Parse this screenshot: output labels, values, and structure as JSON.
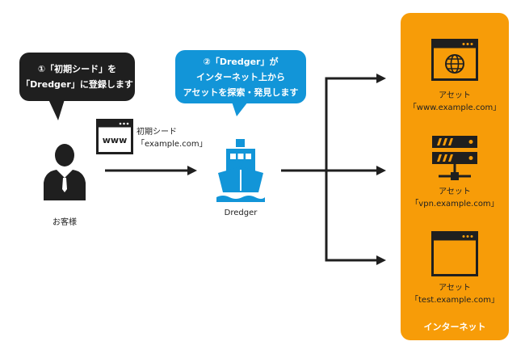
{
  "user_bubble": {
    "line1": "①「初期シード」を",
    "line2": "「Dredger」に登録します"
  },
  "dredger_bubble": {
    "line1": "②「Dredger」が",
    "line2": "インターネット上から",
    "line3": "アセットを探索・発見します"
  },
  "seed": {
    "icon_text": "www",
    "label_line1": "初期シード",
    "label_line2": "「example.com」"
  },
  "user": {
    "label": "お客様"
  },
  "dredger": {
    "label": "Dredger"
  },
  "internet": {
    "label": "インターネット",
    "assets": [
      {
        "line1": "アセット",
        "line2": "「www.example.com」",
        "icon": "globe-browser-icon"
      },
      {
        "line1": "アセット",
        "line2": "「vpn.example.com」",
        "icon": "server-icon"
      },
      {
        "line1": "アセット",
        "line2": "「test.example.com」",
        "icon": "blank-browser-icon"
      }
    ]
  },
  "colors": {
    "dark": "#1f1f1f",
    "blue": "#1295d8",
    "orange": "#f79c08"
  }
}
